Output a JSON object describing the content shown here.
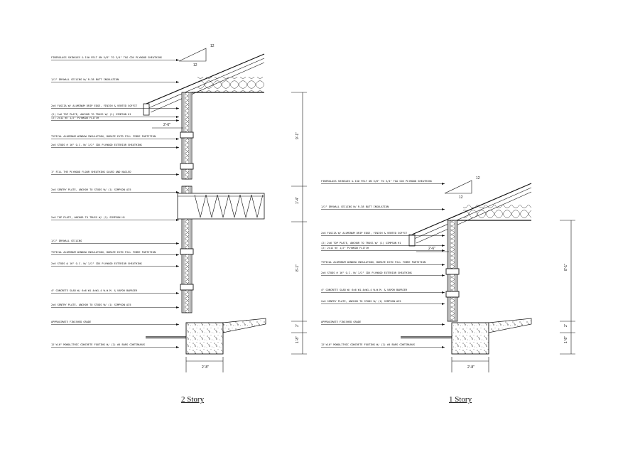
{
  "sections": [
    {
      "id": "two-story",
      "caption": "2 Story",
      "slope": {
        "rise": "12",
        "run": "12"
      },
      "dimensions": [
        "9'-1\"",
        "1'-4\"",
        "8'-1\"",
        "2'",
        "1'-8\"",
        "2'-8\"",
        "2'-6\""
      ],
      "notes": [
        "FIBERGLASS SHINGLES & 15# FELT ON 5/8\" TO 3/4\" T&G CDX PLYWOOD SHEATHING",
        "1/2\" DRYWALL CEILING W/ R-38 BATT INSULATION",
        "2x6 FASCIA W/ ALUMINUM DRIP EDGE, FINISH & VENTED SOFFIT",
        "(2) 2x6 TOP PLATE, ANCHOR TO TRUSS W/ (1) SIMPSON H1",
        "(2) 2x12 W/ 1/2\" PLYWOOD FLITCH",
        "TYPICAL ALUMINUM WINDOW INSULATION, BORATE EXTD FILL FIBRE PARTITION",
        "2x6 STUDS @ 16\" O.C. W/ 1/2\" CDX PLYWOOD EXTERIOR SHEATHING",
        "1\" FILL THE PLYWOOD FLOOR SHEATHING GLUED AND NAILED",
        "2x6 SENTRY PLATE, ANCHOR TO STUDS W/ (1) SIMPSON A35",
        "2x6 TOP PLATE, ANCHOR TO TRUSS W/ (1) SIMPSON H1",
        "1/2\" DRYWALL CEILING",
        "TYPICAL ALUMINUM WINDOW INSULATION, BORATE EXTD FILL FIBRE PARTITION",
        "2x6 STUDS @ 16\" O.C. W/ 1/2\" CDX PLYWOOD EXTERIOR SHEATHING",
        "4\" CONCRETE SLAB W/ 6x6 W1.4xW1.4 W.W.M. & VAPOR BARRIER",
        "2x6 SENTRY PLATE, ANCHOR TO STUDS W/ (1) SIMPSON A35",
        "APPROXIMATE FINISHED GRADE",
        "12\"x16\" MONOLITHIC CONCRETE FOOTING W/ (2) #4 BARS CONTINUOUS"
      ]
    },
    {
      "id": "one-story",
      "caption": "1 Story",
      "slope": {
        "rise": "12",
        "run": "12"
      },
      "dimensions": [
        "8'-1\"",
        "2'-8\"",
        "2'",
        "1'-8\"",
        "2'-8\"",
        "2'-6\""
      ],
      "notes": [
        "FIBERGLASS SHINGLES & 15# FELT ON 5/8\" TO 3/4\" T&G CDX PLYWOOD SHEATHING",
        "1/2\" DRYWALL CEILING W/ R-38 BATT INSULATION",
        "2x6 FASCIA W/ ALUMINUM DRIP EDGE, FINISH & VENTED SOFFIT",
        "(2) 2x6 TOP PLATE, ANCHOR TO TRUSS W/ (1) SIMPSON H1",
        "(2) 2x12 W/ 1/2\" PLYWOOD FLITCH",
        "TYPICAL ALUMINUM WINDOW INSULATION, BORATE EXTD FILL FIBRE PARTITION",
        "2x6 STUDS @ 16\" O.C. W/ 1/2\" CDX PLYWOOD EXTERIOR SHEATHING",
        "4\" CONCRETE SLAB W/ 6x6 W1.4xW1.4 W.W.M. & VAPOR BARRIER",
        "2x6 SENTRY PLATE, ANCHOR TO STUDS W/ (1) SIMPSON A35",
        "APPROXIMATE FINISHED GRADE",
        "12\"x16\" MONOLITHIC CONCRETE FOOTING W/ (2) #4 BARS CONTINUOUS"
      ]
    }
  ]
}
